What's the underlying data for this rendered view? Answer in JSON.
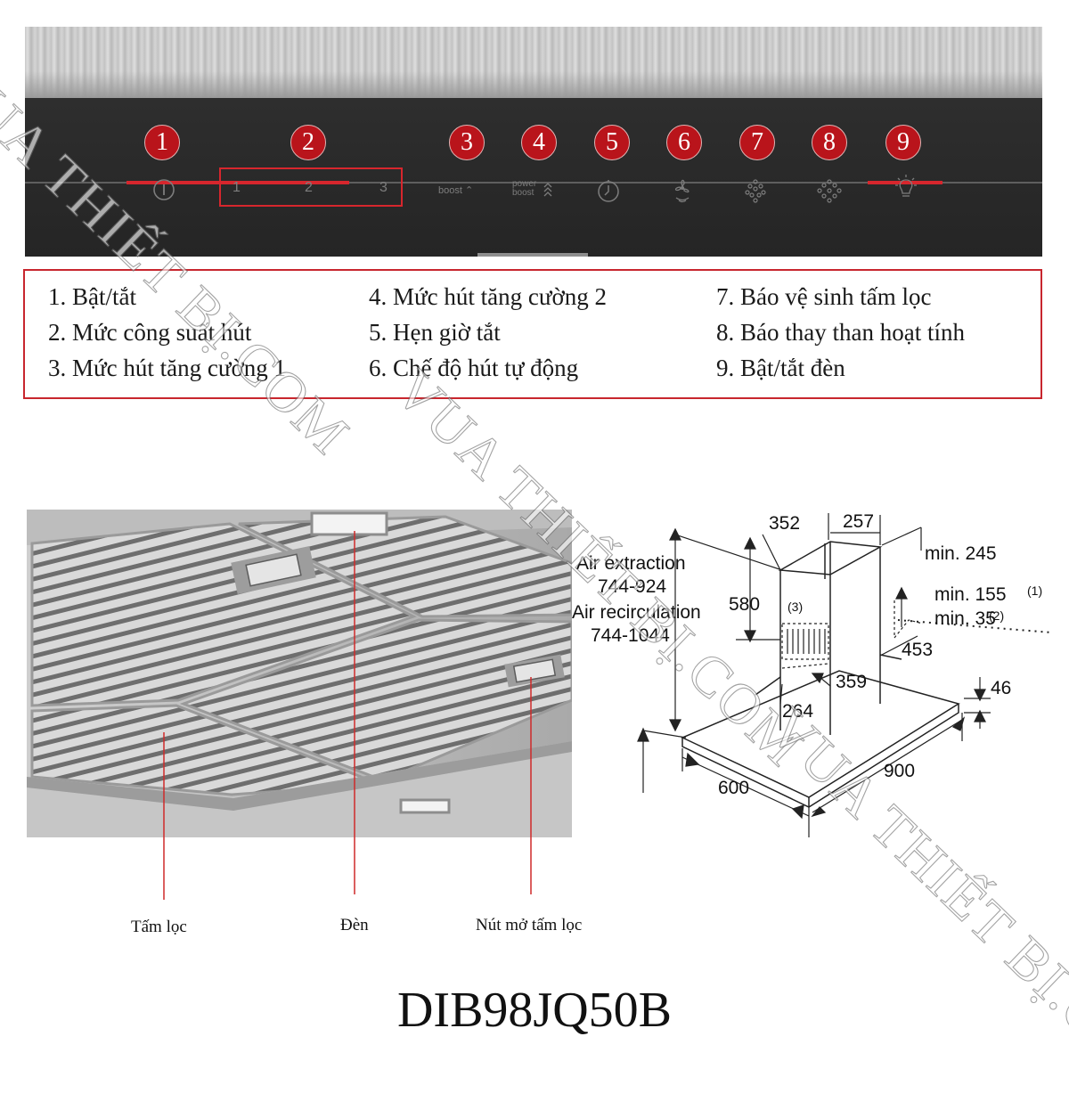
{
  "panel": {
    "badges": [
      "1",
      "2",
      "3",
      "4",
      "5",
      "6",
      "7",
      "8",
      "9"
    ],
    "controls": {
      "power_icon": "power-icon",
      "levels": [
        "1",
        "2",
        "3"
      ],
      "boost": "boost",
      "power_boost_line1": "power",
      "power_boost_line2": "boost",
      "timer_icon": "timer-icon",
      "auto_icon": "fan-sensor-icon",
      "grease_filter_icon": "grease-filter-icon",
      "carbon_filter_icon": "carbon-filter-icon",
      "light_icon": "light-icon"
    },
    "colors": {
      "accent": "#b9141b",
      "glass": "#2b2b2b",
      "control_text": "#7d7d7d"
    }
  },
  "legend": {
    "items": [
      "1. Bật/tắt",
      "2. Mức công suất hút",
      "3. Mức hút tăng cường 1",
      "4. Mức hút tăng cường 2",
      "5. Hẹn giờ tắt",
      "6. Chế độ hút tự động",
      "7. Báo vệ sinh tấm lọc",
      "8. Báo thay than hoạt tính",
      "9. Bật/tắt đèn"
    ]
  },
  "photo_labels": {
    "filter": "Tấm lọc",
    "light": "Đèn",
    "filter_release": "Nút mở tấm lọc"
  },
  "dimensions": {
    "top_352": "352",
    "top_257": "257",
    "min245": "min. 245",
    "min155": "min. 155",
    "min155_note": "(1)",
    "min35": "min. 35",
    "min35_note": "(2)",
    "air_extraction": "Air extraction",
    "air_extraction_range": "744-924",
    "air_recirculation": "Air recirculation",
    "air_recirculation_range": "744-1044",
    "d580": "580",
    "d3": "(3)",
    "d453": "453",
    "d359": "359",
    "d264": "264",
    "d46": "46",
    "d600": "600",
    "d900": "900"
  },
  "model": "DIB98JQ50B",
  "watermark": "VUA THIẾT BỊ.COM"
}
